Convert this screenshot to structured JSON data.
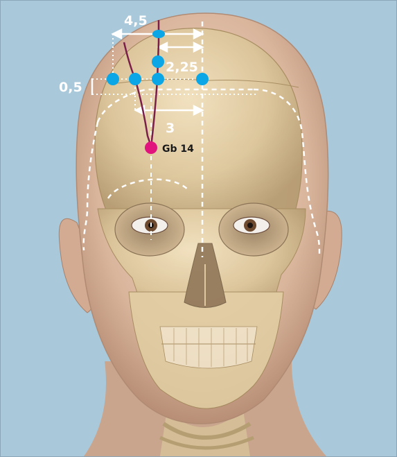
{
  "measurements": {
    "top": "4,5",
    "upper_right": "2,25",
    "left": "0,5",
    "middle": "3"
  },
  "point": {
    "label": "Gb 14"
  },
  "colors": {
    "background": "#a9c8da",
    "acupoint_blue": "#0aa6e6",
    "acupoint_magenta": "#e0147c",
    "meridian": "#7a1f4a",
    "guide_lines": "#ffffff"
  },
  "illustration": {
    "subject": "head-with-skull-overlay",
    "view": "frontal"
  }
}
